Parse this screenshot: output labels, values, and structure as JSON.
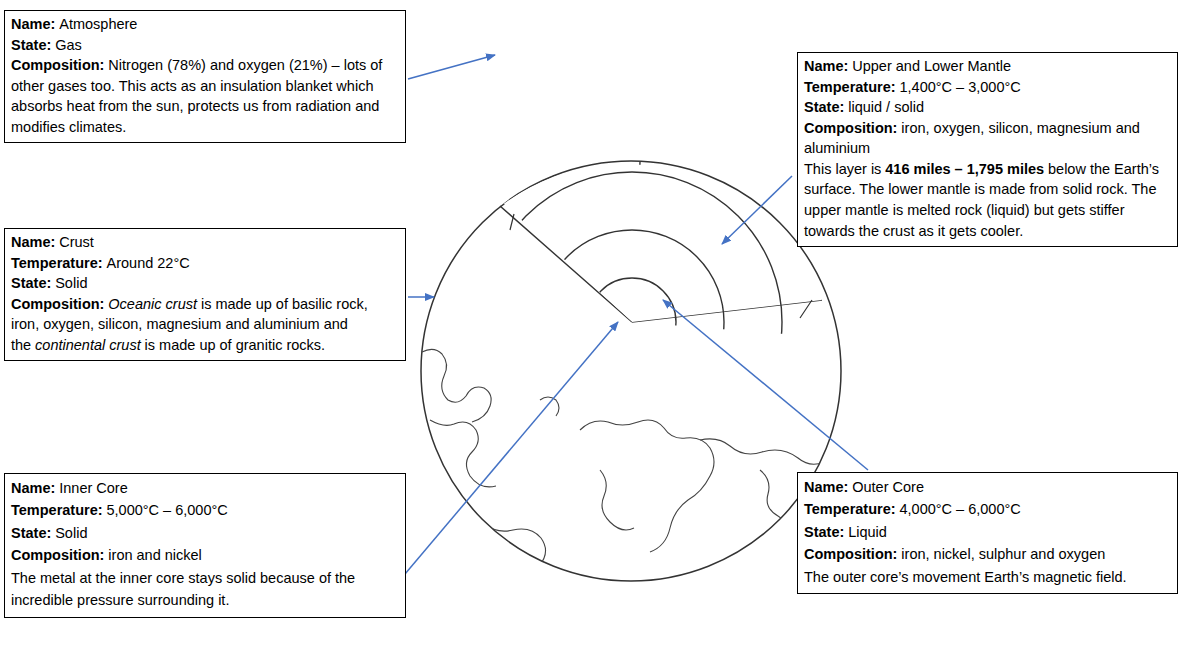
{
  "diagram": {
    "nodes": [
      {
        "text": [
          "Name:",
          "Atmosphere",
          "State:",
          "Gas",
          "Composition:",
          "Nitrogen (78%) and oxygen (21%) – lots of other gases too. This acts as an insulation blanket which absorbs heat from the sun, protects us from radiation and modifies climates."
        ]
      },
      {
        "text": [
          "Name:",
          "Upper and Lower Mantle",
          "Temperature:",
          "1,400°C – 3,000°C",
          "State:",
          "liquid / solid",
          "Composition:",
          "iron, oxygen, silicon, magnesium and aluminium",
          "This layer is",
          "416 miles – 1,795 miles",
          "below the Earth’s surface. The lower mantle is made from solid rock. The upper mantle is melted rock (liquid) but gets stiffer towards the crust as it gets cooler."
        ]
      },
      {
        "text": [
          "Name:",
          "Crust",
          "Temperature:",
          "Around 22°C",
          "State:",
          "Solid",
          "Composition:",
          "Oceanic crust",
          "is made up of basilic rock, iron, oxygen, silicon, magnesium and aluminium and the",
          "continental crust",
          "is made up of granitic rocks."
        ]
      },
      {
        "text": [
          "Name:",
          "Inner Core",
          "Temperature:",
          "5,000°C – 6,000°C",
          "State:",
          "Solid",
          "Composition:",
          "iron and nickel",
          "The metal at the inner core stays solid because of the incredible pressure surrounding it."
        ]
      },
      {
        "text": [
          "Name:",
          "Outer Core",
          "Temperature:",
          "4,000°C – 6,000°C",
          "State:",
          "Liquid",
          "Composition:",
          "iron, nickel, sulphur and oxygen",
          "The outer core’s movement Earth’s magnetic field."
        ]
      }
    ]
  }
}
